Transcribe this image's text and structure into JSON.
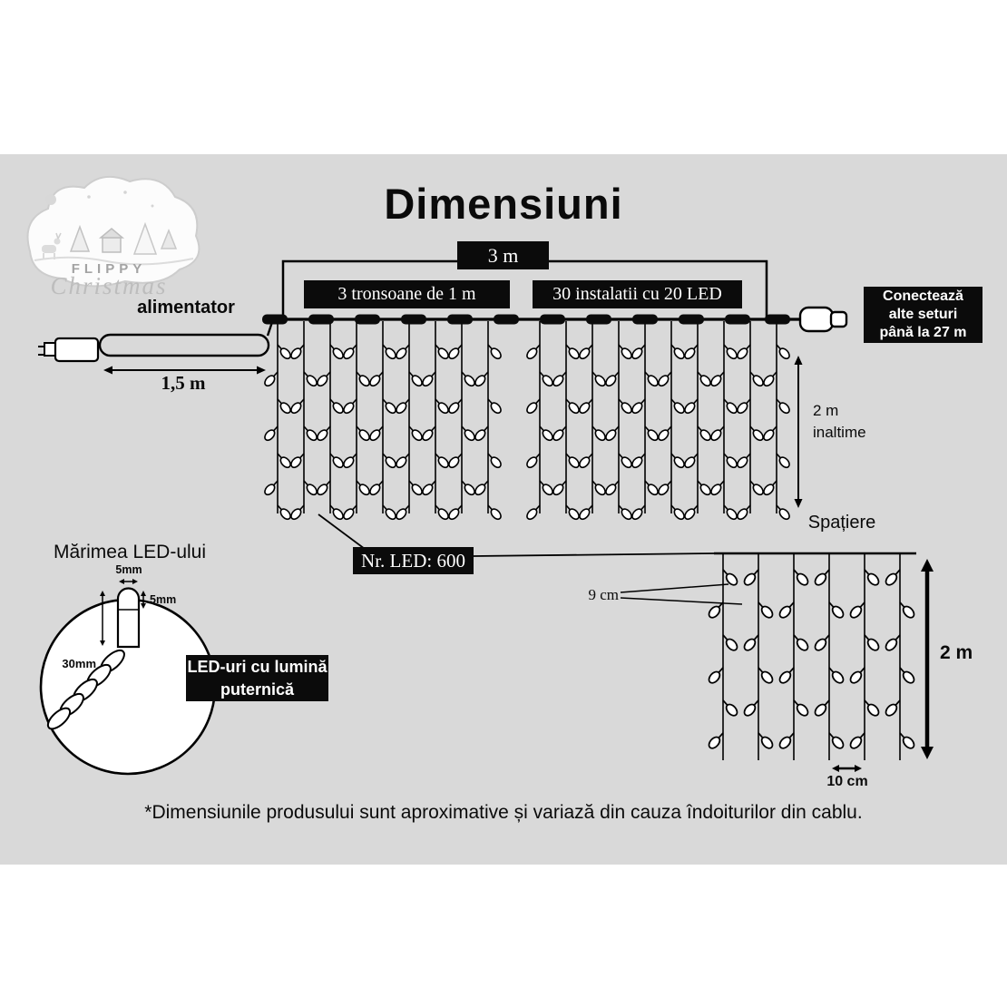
{
  "page": {
    "title": "Dimensiuni",
    "footnote": "*Dimensiunile produsului sunt aproximative și variază din cauza îndoiturilor din cablu."
  },
  "logo": {
    "brand_top": "FLIPPY",
    "brand_script": "Christmas"
  },
  "main_diagram": {
    "total_width": "3 m",
    "sections": "3 tronsoane de 1 m",
    "installations": "30 instalatii cu 20 LED",
    "adapter": "alimentator",
    "lead_length": "1,5 m",
    "connect_note": "Conectează\nalte seturi\npână la 27 m",
    "height_note": "2 m\ninaltime",
    "led_count": "Nr. LED: 600"
  },
  "led_size": {
    "title": "Mărimea LED-ului",
    "top_width": "5mm",
    "dome_height": "5mm",
    "body_length": "30mm",
    "callout": "LED-uri cu lumină\nputernică"
  },
  "spacing": {
    "title": "Spațiere",
    "led_gap": "9 cm",
    "height": "2 m",
    "string_gap": "10 cm"
  }
}
